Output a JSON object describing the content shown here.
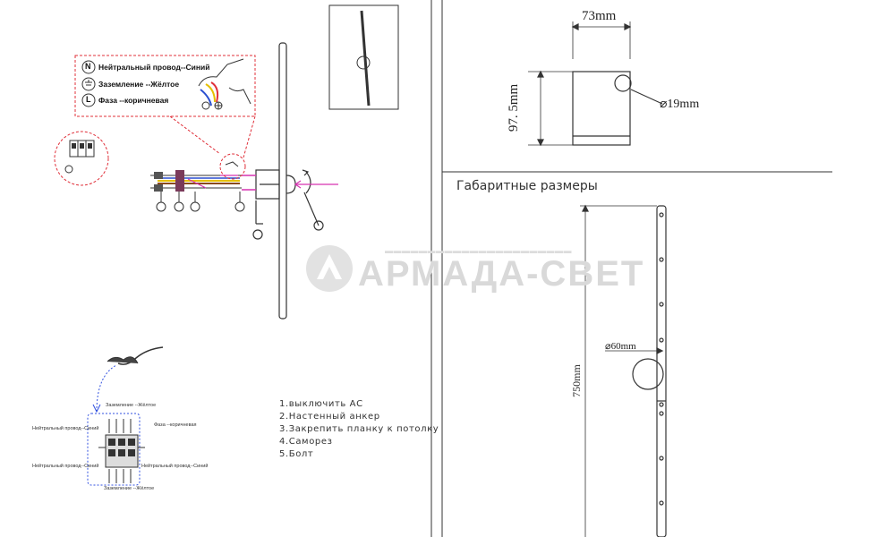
{
  "legend": {
    "neutral": "Нейтральный провод--Синий",
    "ground": "Заземление --Жёлтое",
    "phase_prefix": "Фаза",
    "phase_suffix": "коричневая",
    "sym_n": "N",
    "sym_l": "L"
  },
  "steps": [
    "1.выключить АС",
    "2.Настенный    анкер",
    "3.Закрепить планку   к  потолку",
    "4.Саморез",
    "5.Болт"
  ],
  "terminal_labels": {
    "ground_top": "Заземление --Жёлтое",
    "neutral_left": "Нейтральный провод--Синий",
    "phase_right": "Фаза",
    "phase_right_suffix": "коричневая",
    "neutral_left2": "Нейтральный провод--Синий",
    "neutral_right2": "Нейтральный провод--Синий",
    "ground_bottom": "Заземление --Жёлтое"
  },
  "dimensions": {
    "width_top": "73mm",
    "height_top": "97. 5mm",
    "diameter_top": "⌀19mm",
    "length": "750mm",
    "diameter_shade": "⌀60mm"
  },
  "section_title": "Габаритные размеры",
  "watermark": {
    "brand": "АРМАДА-СВЕТ"
  },
  "colors": {
    "annotation_red": "#e0303a",
    "wire_blue": "#2a4fd0",
    "wire_yellow": "#e6c000",
    "wire_brown": "#8a4a1a",
    "arrow_magenta": "#d633b0",
    "arrow_blue": "#3050e0"
  }
}
